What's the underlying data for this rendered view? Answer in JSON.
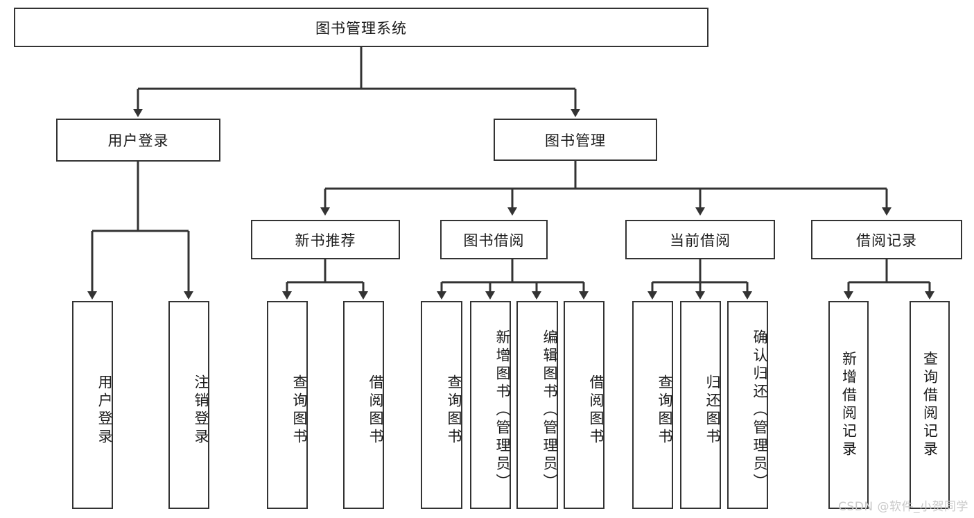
{
  "diagram": {
    "title": "图书管理系统",
    "type": "tree-hierarchy-diagram",
    "colors": {
      "stroke": "#333333",
      "fill": "#ffffff",
      "text": "#1a1a1a",
      "watermark": "#c9c9c9"
    },
    "root": {
      "label": "图书管理系统"
    },
    "level1": [
      {
        "id": "user-login",
        "label": "用户登录"
      },
      {
        "id": "book-management",
        "label": "图书管理"
      }
    ],
    "level2": [
      {
        "id": "new-book-recommend",
        "label": "新书推荐",
        "parent": "book-management"
      },
      {
        "id": "book-borrow",
        "label": "图书借阅",
        "parent": "book-management"
      },
      {
        "id": "current-borrow",
        "label": "当前借阅",
        "parent": "book-management"
      },
      {
        "id": "borrow-record",
        "label": "借阅记录",
        "parent": "book-management"
      }
    ],
    "leaves": {
      "user-login": [
        {
          "id": "leaf-user-login",
          "label": "用户登录"
        },
        {
          "id": "leaf-logout",
          "label": "注销登录"
        }
      ],
      "new-book-recommend": [
        {
          "id": "leaf-query-book-1",
          "label": "查询图书"
        },
        {
          "id": "leaf-borrow-book-1",
          "label": "借阅图书"
        }
      ],
      "book-borrow": [
        {
          "id": "leaf-query-book-2",
          "label": "查询图书"
        },
        {
          "id": "leaf-add-book",
          "label": "新增图书（管理员）"
        },
        {
          "id": "leaf-edit-book",
          "label": "编辑图书（管理员）"
        },
        {
          "id": "leaf-borrow-book-2",
          "label": "借阅图书"
        }
      ],
      "current-borrow": [
        {
          "id": "leaf-query-book-3",
          "label": "查询图书"
        },
        {
          "id": "leaf-return-book",
          "label": "归还图书"
        },
        {
          "id": "leaf-confirm-return",
          "label": "确认归还（管理员）"
        }
      ],
      "borrow-record": [
        {
          "id": "leaf-add-record",
          "label": "新增借阅记录"
        },
        {
          "id": "leaf-query-record",
          "label": "查询借阅记录"
        }
      ]
    },
    "watermark": "CSDN @软件_小贺同学"
  }
}
